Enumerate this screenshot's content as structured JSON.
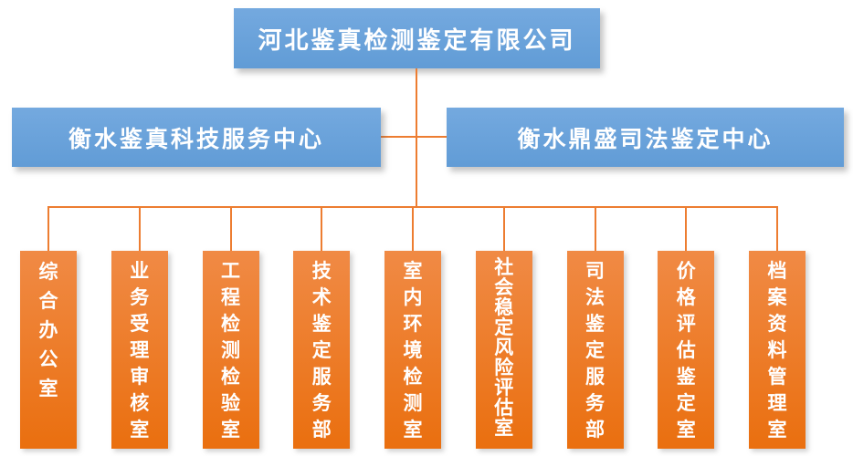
{
  "colors": {
    "blue_box_top": "#74A9DF",
    "blue_box_bottom": "#619CD6",
    "orange_box_top": "#F08A45",
    "orange_box_bottom": "#EA6F0F",
    "connector_line": "#ED7D31",
    "box_text": "#FFFFFF"
  },
  "org_chart": {
    "root": {
      "label": "河北鉴真检测鉴定有限公司"
    },
    "centers": [
      {
        "label": "衡水鉴真科技服务中心"
      },
      {
        "label": "衡水鼎盛司法鉴定中心"
      }
    ],
    "departments": [
      {
        "label": "综合办公室"
      },
      {
        "label": "业务受理审核室"
      },
      {
        "label": "工程检测检验室"
      },
      {
        "label": "技术鉴定服务部"
      },
      {
        "label": "室内环境检测室"
      },
      {
        "label": "社会稳定风险评估室"
      },
      {
        "label": "司法鉴定服务部"
      },
      {
        "label": "价格评估鉴定室"
      },
      {
        "label": "档案资料管理室"
      }
    ]
  }
}
